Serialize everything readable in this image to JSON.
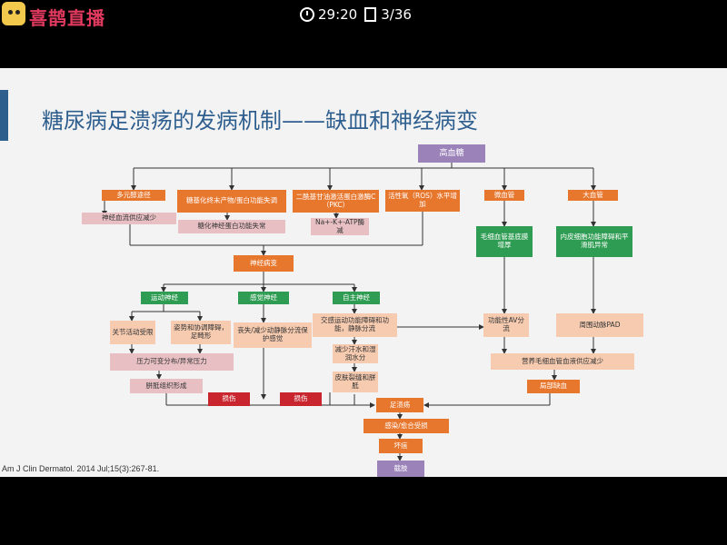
{
  "app": {
    "brand": "喜鹊直播",
    "time": "29:20",
    "page": "3/36"
  },
  "slide": {
    "title": "糖尿病足溃疡的发病机制——缺血和神经病变",
    "citation": "Am J Clin Dermatol. 2014 Jul;15(3):267-81.",
    "boxes": {
      "hyperglycemia": "高血糖",
      "polyol": "多元醇途径",
      "age": "糖基化终末产物/蛋白功能失调",
      "dag_pkc": "二酰基甘油激活蛋白激酶C（PKC）",
      "ros": "活性氧（ROS）水平增加",
      "micro": "微血管",
      "macro": "大血管",
      "nerve_blood": "神经血流供应减少",
      "glyc_protein": "糖化神经蛋白功能失常",
      "atpase": "Na+-K+-ATP酶减",
      "capillary": "毛细血管基底膜增厚",
      "endothelial": "内皮细胞功能障碍和平滑肌异常",
      "neuropathy": "神经病变",
      "motor": "运动神经",
      "sensory": "感觉神经",
      "autonomic": "自主神经",
      "joint": "关节活动受限",
      "deform": "姿势和协调障碍，足畸形",
      "sensation": "丧失/减少动静脉分流保护感觉",
      "auto_dys": "交感运动功能障碍和功能，静脉分流",
      "sweat": "减少汗水和湿润水分",
      "skin": "皮肤裂缝和胼胝",
      "av_shunt": "功能性AV分流",
      "pad": "周围动脉PAD",
      "pressure": "压力可变分布/异常压力",
      "callus": "胼胝组织形成",
      "nutrient": "营养毛细血管血液供应减少",
      "injury1": "损伤",
      "injury2": "损伤",
      "ischemia": "局部缺血",
      "ulcer": "足溃疡",
      "infection": "感染/愈合受损",
      "gangrene": "坏疽",
      "amputation": "截肢"
    }
  },
  "colors": {
    "accent": "#2e5e8c",
    "title": "#2f5f8f",
    "orange": "#e8772e",
    "light": "#f6cbb0",
    "pink": "#e8c0c4",
    "green": "#2e9c52",
    "red": "#c8252e",
    "purple": "#9b82b9",
    "brand": "#e23a5f"
  }
}
